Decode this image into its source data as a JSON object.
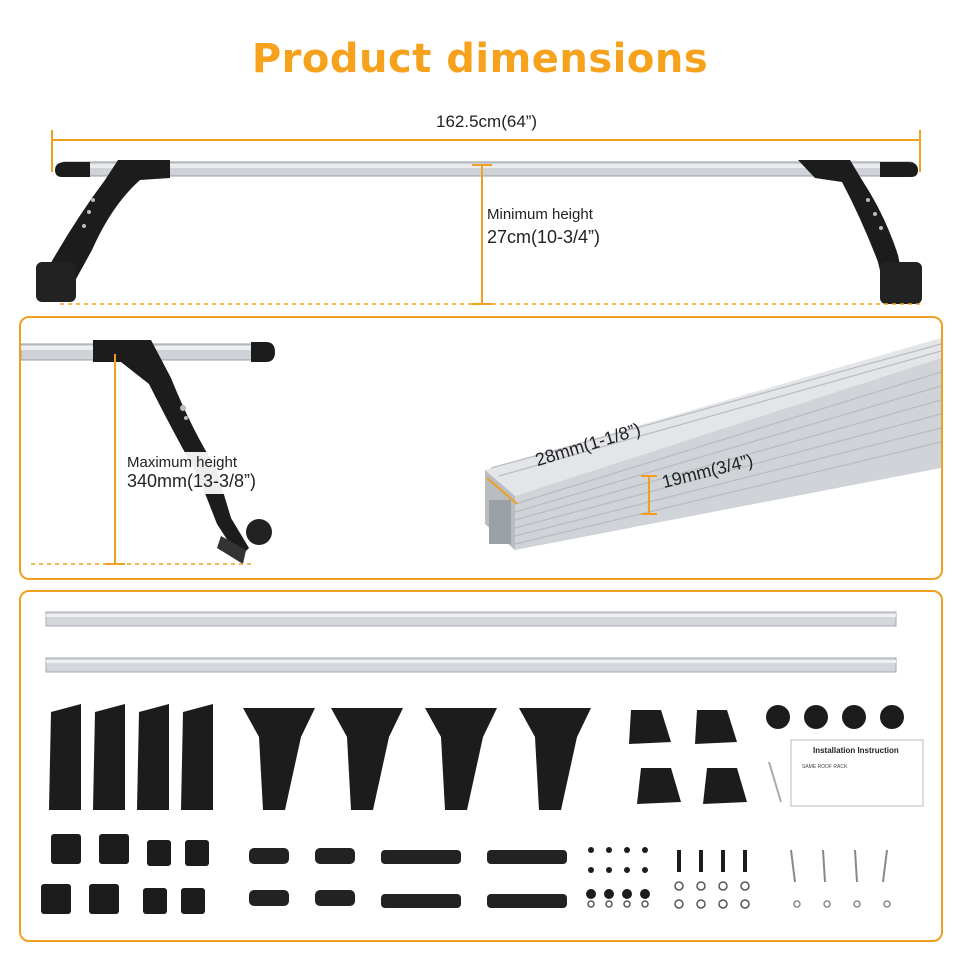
{
  "header": {
    "title": "Product dimensions"
  },
  "top_view": {
    "length_label": "162.5cm(64”)",
    "min_height_caption": "Minimum height",
    "min_height_value": "27cm(10-3/4”)"
  },
  "max_height_view": {
    "caption": "Maximum height",
    "value": "340mm(13-3/8”)"
  },
  "profile_view": {
    "width_label": "28mm(1-1/8”)",
    "height_label": "19mm(3/4”)"
  },
  "kit": {
    "manual_title": "Installation Instruction",
    "manual_subtitle": "SAME ROOF RACK"
  },
  "colors": {
    "accent": "#f0a020",
    "title": "#f6a21c",
    "bar": "#c9ccd0",
    "hardware": "#1c1c1c"
  }
}
